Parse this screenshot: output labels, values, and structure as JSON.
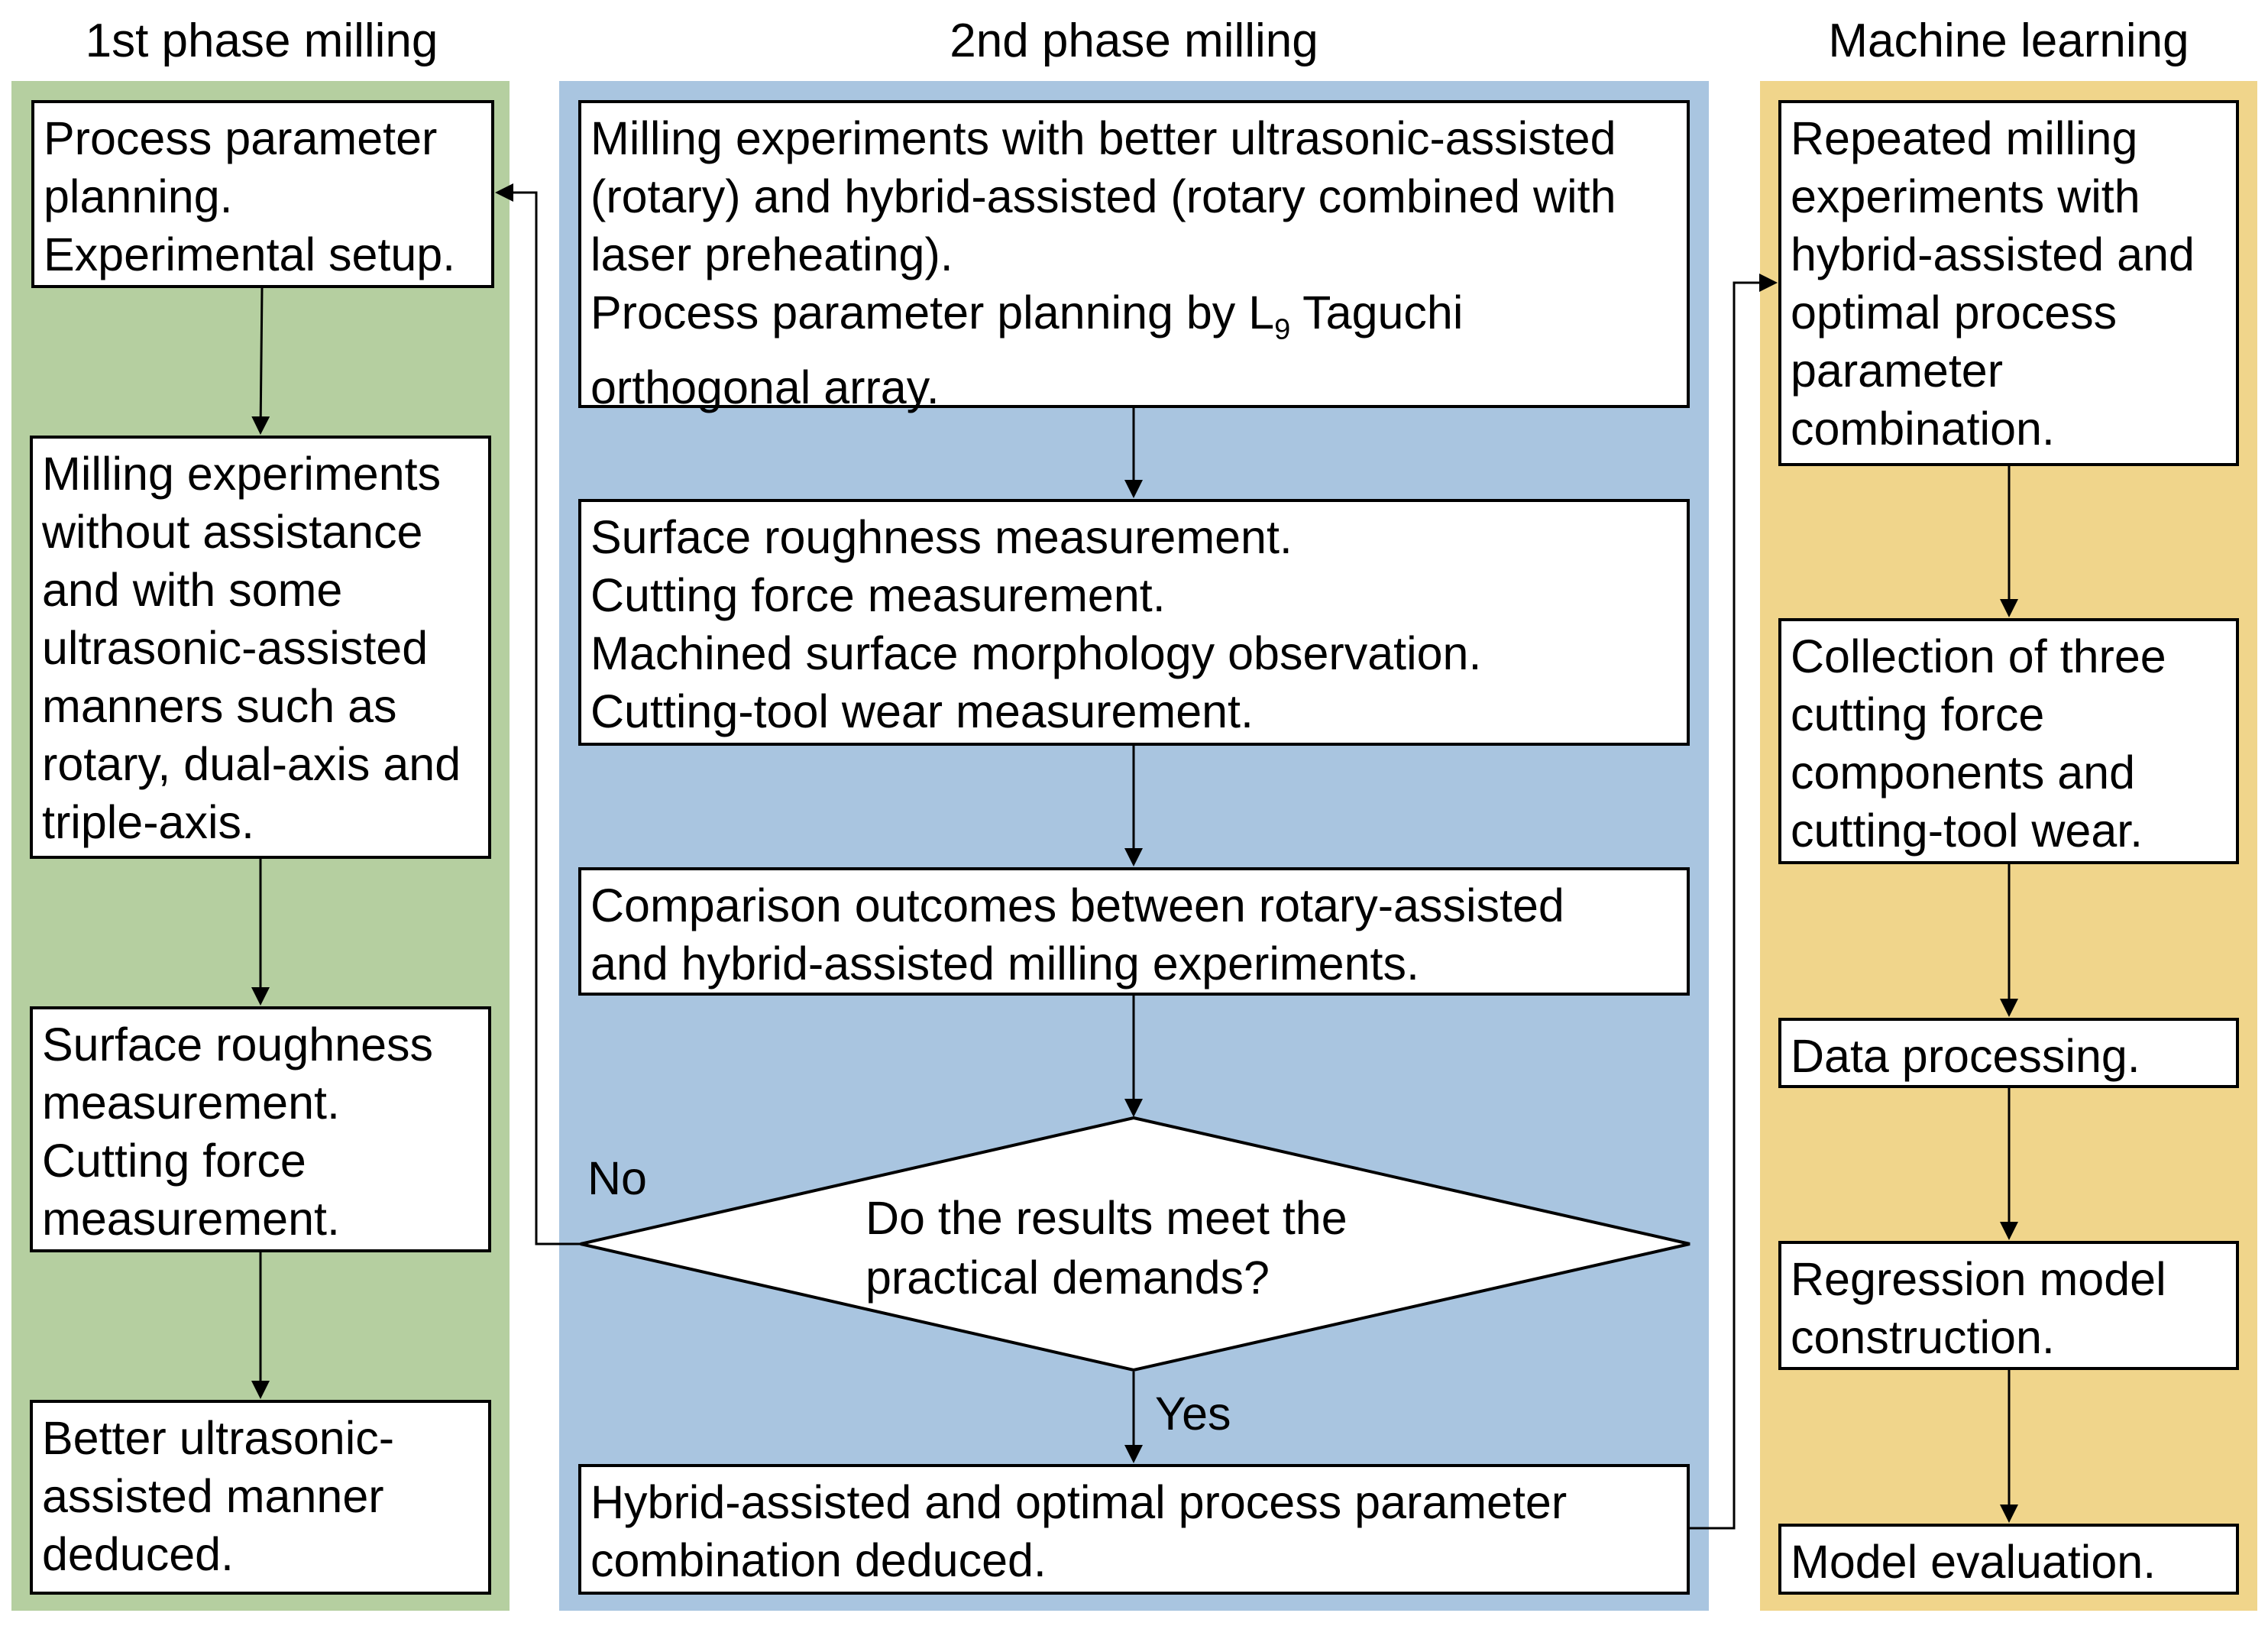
{
  "columns": {
    "phase1": "1st phase milling",
    "phase2": "2nd phase milling",
    "ml": "Machine learning"
  },
  "phase1": {
    "box1": [
      "Process parameter",
      "planning.",
      "Experimental setup."
    ],
    "box2": [
      "Milling experiments",
      "without assistance",
      "and with some",
      "ultrasonic-assisted",
      "manners such as",
      "rotary, dual-axis and",
      "triple-axis."
    ],
    "box3": [
      "Surface roughness",
      "measurement.",
      "Cutting force",
      "measurement."
    ],
    "box4": [
      "Better ultrasonic-",
      "assisted manner",
      "deduced."
    ]
  },
  "phase2": {
    "box1": {
      "lines": [
        "Milling experiments with better ultrasonic-assisted",
        "(rotary) and hybrid-assisted (rotary combined with",
        "laser preheating)."
      ],
      "l4_pre": "Process parameter planning by L",
      "l4_sub": "9",
      "l4_post": " Taguchi",
      "l5": "orthogonal array."
    },
    "box2": [
      "Surface roughness measurement.",
      "Cutting force measurement.",
      "Machined surface morphology observation.",
      "Cutting-tool wear measurement."
    ],
    "box3": [
      "Comparison outcomes between rotary-assisted",
      "and hybrid-assisted milling experiments."
    ],
    "decision": [
      "Do the results meet the",
      "practical demands?"
    ],
    "no_label": "No",
    "yes_label": "Yes",
    "box4": [
      "Hybrid-assisted and optimal process parameter",
      "combination deduced."
    ]
  },
  "ml": {
    "box1": [
      "Repeated milling",
      "experiments with",
      "hybrid-assisted and",
      "optimal process",
      "parameter",
      "combination."
    ],
    "box2": [
      "Collection of three",
      "cutting force",
      "components and",
      "cutting-tool wear."
    ],
    "box3": [
      "Data processing."
    ],
    "box4": [
      "Regression model",
      "construction."
    ],
    "box5": [
      "Model evaluation."
    ]
  },
  "colors": {
    "phase1_bg": "#b5cfa0",
    "phase2_bg": "#a9c5e0",
    "ml_bg": "#f0d58b"
  }
}
